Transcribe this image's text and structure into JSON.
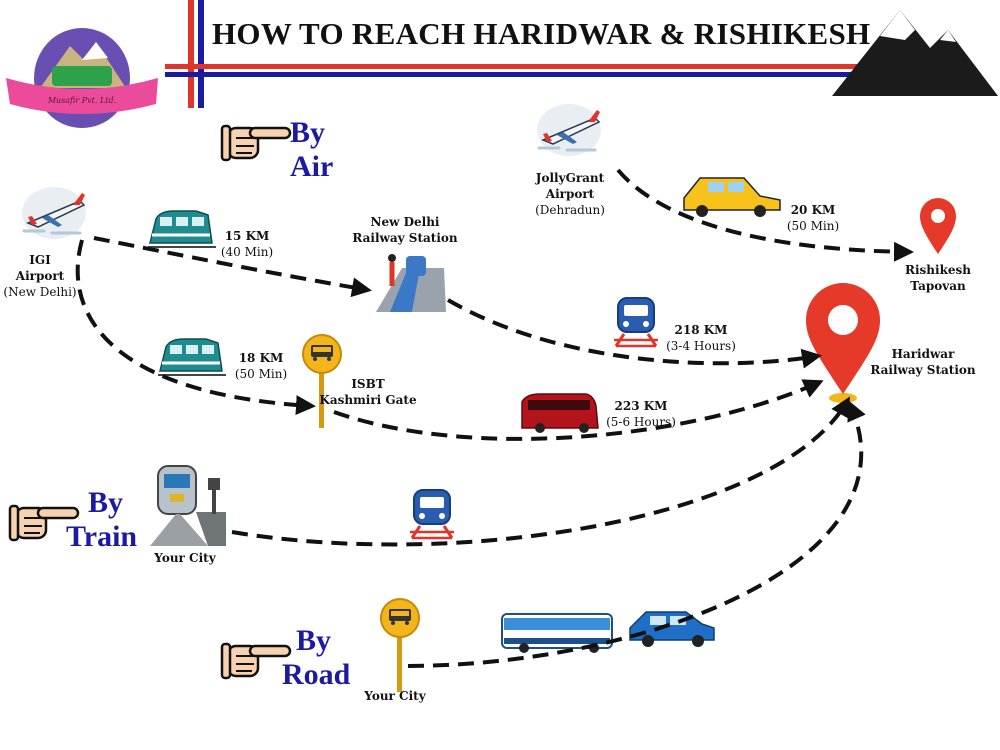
{
  "header": {
    "title": "HOW TO REACH HARIDWAR & RISHIKESH",
    "logo_text": "Musafir Pvt. Ltd."
  },
  "modes": {
    "air": [
      "By",
      "Air"
    ],
    "train": [
      "By",
      "Train"
    ],
    "road": [
      "By",
      "Road"
    ]
  },
  "places": {
    "igi": [
      "IGI",
      "Airport",
      "(New Delhi)"
    ],
    "new_delhi": [
      "New Delhi",
      "Railway Station"
    ],
    "jollygrant": [
      "JollyGrant",
      "Airport",
      "(Dehradun)"
    ],
    "rishikesh": [
      "Rishikesh",
      "Tapovan"
    ],
    "haridwar": [
      "Haridwar",
      "Railway Station"
    ],
    "isbt": [
      "ISBT",
      "Kashmiri Gate"
    ],
    "your_city_train": "Your City",
    "your_city_road": "Your City"
  },
  "distances": {
    "igi_to_ndls": [
      "15 KM",
      "(40 Min)"
    ],
    "igi_to_isbt": [
      "18 KM",
      "(50 Min)"
    ],
    "jollygrant_to_rishikesh": [
      "20 KM",
      "(50 Min)"
    ],
    "ndls_to_haridwar": [
      "218 KM",
      "(3-4 Hours)"
    ],
    "isbt_to_haridwar": [
      "223 KM",
      "(5-6 Hours)"
    ]
  },
  "icons": {
    "pointer": "pointing-hand-icon",
    "airport": "airplane-icon",
    "metro": "metro-train-icon",
    "train": "train-front-icon",
    "bus": "bus-icon",
    "car": "car-icon",
    "taxi": "taxi-icon",
    "bus_stop": "bus-stop-sign-icon",
    "pin": "map-pin-icon",
    "mountain": "mountain-icon"
  },
  "colors": {
    "title_blue": "#1c1aa0",
    "line_red": "#e0352b",
    "pin_red": "#e53a2a",
    "bus_stop_yellow": "#f2b51a",
    "train_blue": "#2a5db0"
  }
}
